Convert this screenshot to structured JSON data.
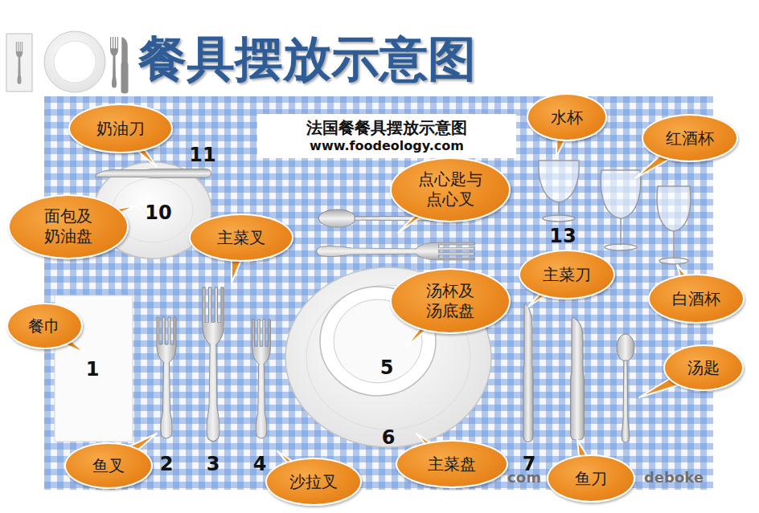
{
  "diagram": {
    "title": "餐具摆放示意图",
    "nodes": [
      {
        "text": [
          "法国餐餐具摆放示意图",
          "www.foodeology.com"
        ]
      },
      {
        "text": [
          "奶油刀"
        ]
      },
      {
        "text": [
          "水杯"
        ]
      },
      {
        "text": [
          "红酒杯"
        ]
      },
      {
        "text": [
          "点心匙与点心叉"
        ]
      },
      {
        "text": [
          "面包及奶油盘"
        ]
      },
      {
        "text": [
          "主菜叉"
        ]
      },
      {
        "text": [
          "主菜刀"
        ]
      },
      {
        "text": [
          "汤杯及汤底盘"
        ]
      },
      {
        "text": [
          "白酒杯"
        ]
      },
      {
        "text": [
          "餐巾"
        ]
      },
      {
        "text": [
          "汤匙"
        ]
      },
      {
        "text": [
          "鱼叉"
        ]
      },
      {
        "text": [
          "沙拉叉"
        ]
      },
      {
        "text": [
          "主菜盘"
        ]
      },
      {
        "text": [
          "鱼刀"
        ]
      }
    ],
    "labels": [
      "1",
      "2",
      "3",
      "4",
      "5",
      "6",
      "7",
      "10",
      "11",
      "13",
      "com",
      "deboke"
    ]
  }
}
